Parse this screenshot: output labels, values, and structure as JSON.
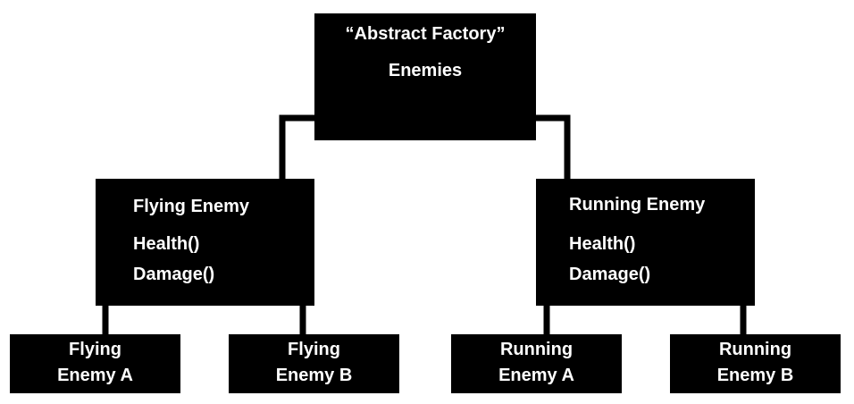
{
  "root": {
    "line1": "“Abstract Factory”",
    "line2": "Enemies"
  },
  "flying": {
    "title": "Flying Enemy",
    "methods": [
      "Health()",
      "Damage()"
    ]
  },
  "running": {
    "title": "Running Enemy",
    "methods": [
      "Health()",
      "Damage()"
    ]
  },
  "leaves": [
    {
      "line1": "Flying",
      "line2": "Enemy A"
    },
    {
      "line1": "Flying",
      "line2": "Enemy B"
    },
    {
      "line1": "Running",
      "line2": "Enemy A"
    },
    {
      "line1": "Running",
      "line2": "Enemy B"
    }
  ],
  "colors": {
    "box": "#000000",
    "text": "#ffffff",
    "background": "#ffffff",
    "connector": "#000000"
  }
}
